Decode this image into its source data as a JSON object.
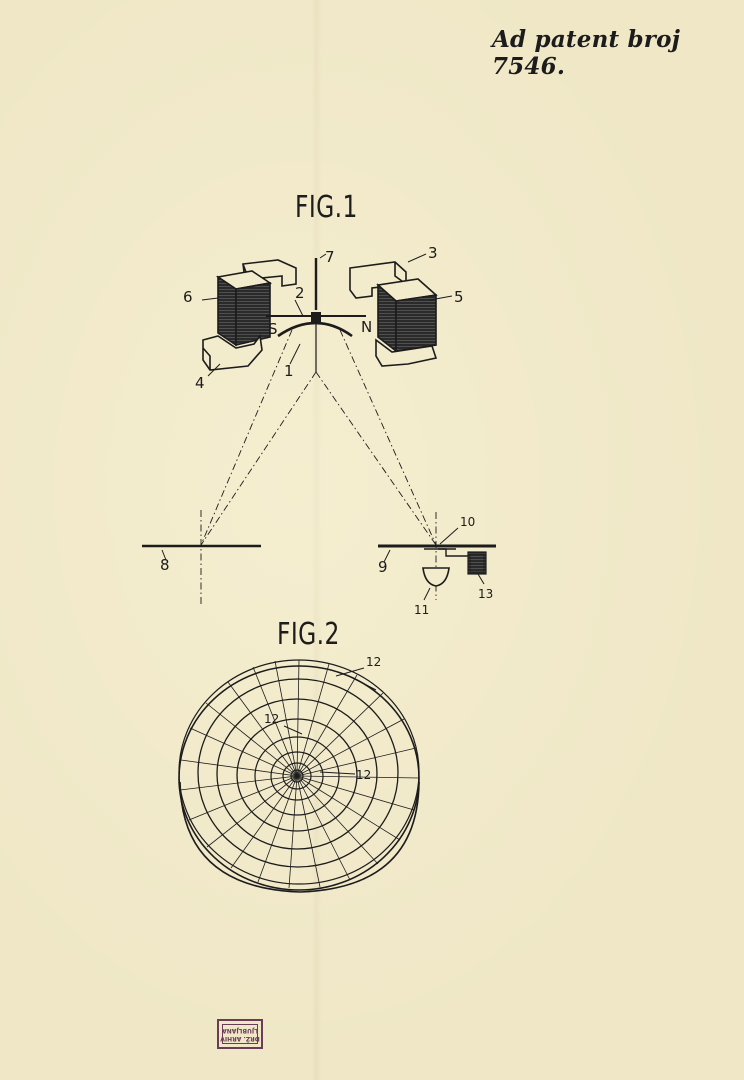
{
  "header": {
    "patent_reference": "Ad patent broj 7546."
  },
  "figures": {
    "fig1": {
      "title": "FIG.1",
      "labels": {
        "l1": "1",
        "l2": "2",
        "l3": "3",
        "l4": "4",
        "l5": "5",
        "l6": "6",
        "l7": "7",
        "l8": "8",
        "l9": "9",
        "l10": "10",
        "l11": "11",
        "l13": "13",
        "south": "S",
        "north": "N"
      }
    },
    "fig2": {
      "title": "FIG.2",
      "labels": {
        "a": "12",
        "b": "12",
        "c": "12"
      }
    }
  },
  "stamp": {
    "line1": "DRŽ. ARHIV",
    "line2": "LJUBLJANA"
  },
  "colors": {
    "paper": "#efe7c6",
    "ink": "#1c1c1c",
    "stamp": "#6b3b5a"
  }
}
